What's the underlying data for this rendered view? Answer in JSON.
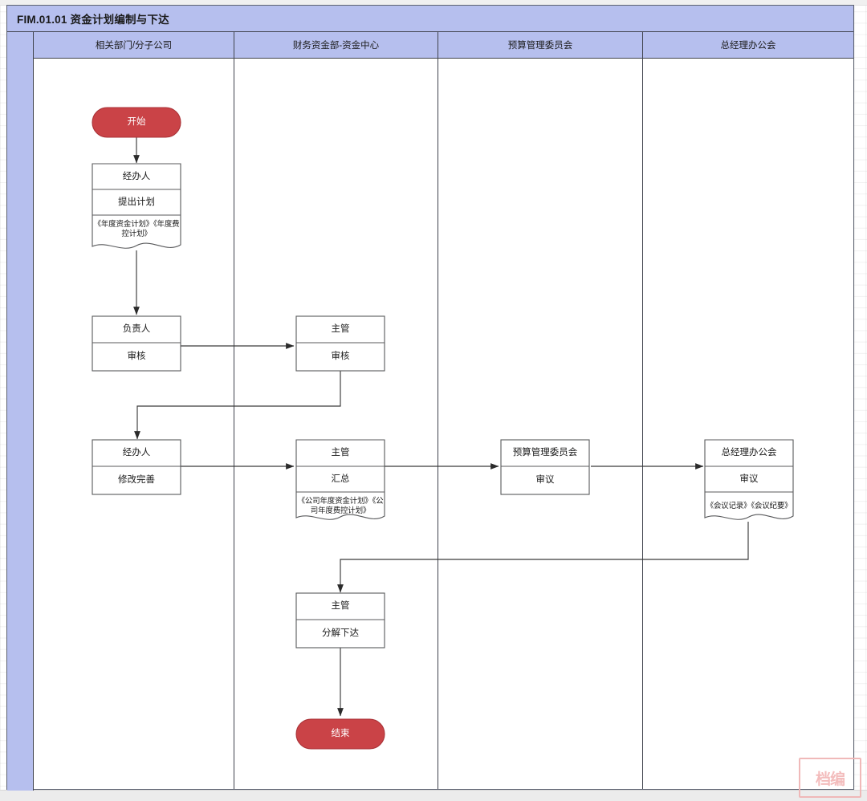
{
  "diagram": {
    "title": "FIM.01.01 资金计划编制与下达",
    "type": "swimlane-flowchart",
    "colors": {
      "lane_header_fill": "#b6bfee",
      "lane_border": "#40434d",
      "terminator_fill": "#ca4347",
      "terminator_text": "#ffffff",
      "node_border": "#58595b",
      "node_fill": "#ffffff",
      "connector": "#3a3a3a",
      "watermark": "#f3b9b9",
      "canvas": "#ffffff"
    },
    "lanes": [
      {
        "id": "lane-1",
        "label": "相关部门/分子公司"
      },
      {
        "id": "lane-2",
        "label": "财务资金部-资金中心"
      },
      {
        "id": "lane-3",
        "label": "预算管理委员会"
      },
      {
        "id": "lane-4",
        "label": "总经理办公会"
      }
    ],
    "nodes": [
      {
        "id": "start",
        "shape": "terminator",
        "lane": "lane-1",
        "label": "开始"
      },
      {
        "id": "n1",
        "shape": "document",
        "lane": "lane-1",
        "role": "经办人",
        "action": "提出计划",
        "doc": "《年度资金计划》《年度费控计划》"
      },
      {
        "id": "n2",
        "shape": "process",
        "lane": "lane-1",
        "role": "负责人",
        "action": "审核"
      },
      {
        "id": "n3",
        "shape": "process",
        "lane": "lane-2",
        "role": "主管",
        "action": "审核"
      },
      {
        "id": "n4",
        "shape": "process",
        "lane": "lane-1",
        "role": "经办人",
        "action": "修改完善"
      },
      {
        "id": "n5",
        "shape": "document",
        "lane": "lane-2",
        "role": "主管",
        "action": "汇总",
        "doc": "《公司年度资金计划》《公司年度费控计划》"
      },
      {
        "id": "n6",
        "shape": "process",
        "lane": "lane-3",
        "role": "预算管理委员会",
        "action": "审议"
      },
      {
        "id": "n7",
        "shape": "document",
        "lane": "lane-4",
        "role": "总经理办公会",
        "action": "审议",
        "doc": "《会议记录》《会议纪要》"
      },
      {
        "id": "n8",
        "shape": "process",
        "lane": "lane-2",
        "role": "主管",
        "action": "分解下达"
      },
      {
        "id": "end",
        "shape": "terminator",
        "lane": "lane-2",
        "label": "结束"
      }
    ],
    "edges": [
      {
        "from": "start",
        "to": "n1",
        "style": "straight-down"
      },
      {
        "from": "n1",
        "to": "n2",
        "style": "straight-down"
      },
      {
        "from": "n2",
        "to": "n3",
        "style": "straight-right"
      },
      {
        "from": "n3",
        "to": "n4",
        "style": "down-left-down"
      },
      {
        "from": "n4",
        "to": "n5",
        "style": "straight-right"
      },
      {
        "from": "n5",
        "to": "n6",
        "style": "straight-right"
      },
      {
        "from": "n6",
        "to": "n7",
        "style": "straight-right"
      },
      {
        "from": "n7",
        "to": "n8",
        "style": "down-left-down"
      },
      {
        "from": "n8",
        "to": "end",
        "style": "straight-down"
      }
    ],
    "watermark": {
      "text": "档编"
    }
  }
}
